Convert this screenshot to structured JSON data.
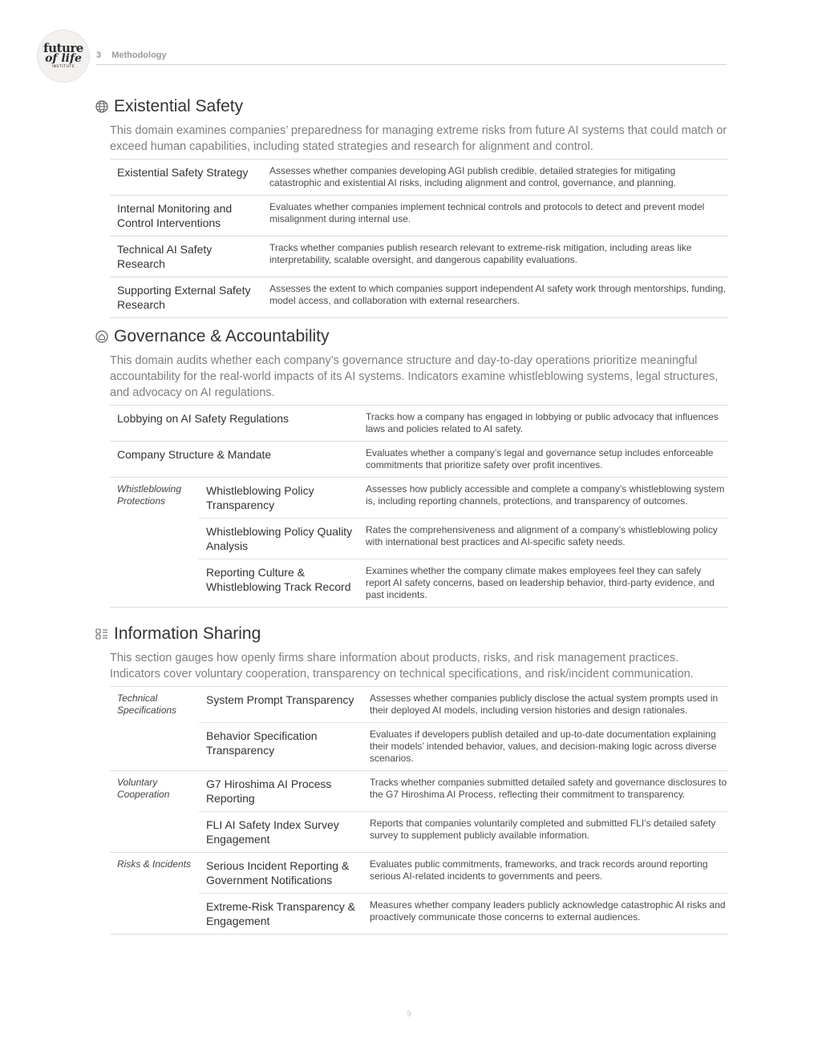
{
  "header": {
    "section_number": "3",
    "section_name": "Methodology"
  },
  "logo": {
    "line1": "future",
    "line2": "of life",
    "line3": "INSTITUTE"
  },
  "existential": {
    "title": "Existential Safety",
    "description": "This domain examines companies’ preparedness for managing extreme risks from future AI systems that could match or exceed human capabilities, including stated strategies and research for alignment and control.",
    "rows": [
      {
        "name": "Existential Safety Strategy",
        "desc": "Assesses whether companies developing AGI publish credible, detailed strategies for mitigating catastrophic and existential AI risks, including alignment and control, governance, and planning."
      },
      {
        "name": "Internal Monitoring and Control Interventions",
        "desc": "Evaluates whether companies implement technical controls and protocols to detect and prevent model misalignment during internal use."
      },
      {
        "name": "Technical AI Safety Research",
        "desc": "Tracks whether companies publish research relevant to extreme-risk mitigation, including areas like interpretability, scalable oversight, and dangerous capability evaluations."
      },
      {
        "name": "Supporting External Safety Research",
        "desc": "Assesses the extent to which companies support independent AI safety work through mentorships, funding, model access, and collaboration with external researchers."
      }
    ]
  },
  "governance": {
    "title": "Governance & Accountability",
    "description": "This domain audits whether each company’s governance structure and day-to-day operations prioritize meaningful accountability for the real-world impacts of its AI systems. Indicators examine whistleblowing systems, legal structures, and advocacy on AI regulations.",
    "rows": [
      {
        "name": "Lobbying on AI Safety Regulations",
        "desc": "Tracks how a company has engaged in lobbying or public advocacy that influences laws and policies related to AI safety."
      },
      {
        "name": "Company Structure & Mandate",
        "desc": "Evaluates whether a company’s legal and governance setup includes enforceable commitments that prioritize safety over profit incentives."
      }
    ],
    "group": {
      "label": "Whistleblowing Protections",
      "rows": [
        {
          "name": "Whistleblowing Policy Transparency",
          "desc": "Assesses how publicly accessible and complete a company’s whistleblowing system is, including reporting channels, protections, and transparency of outcomes."
        },
        {
          "name": "Whistleblowing Policy Quality Analysis",
          "desc": "Rates the comprehensiveness and alignment of a company’s whistleblowing policy with international best practices and AI-specific safety needs."
        },
        {
          "name": "Reporting Culture & Whistleblowing Track Record",
          "desc": "Examines whether the company climate makes employees feel they can safely report AI safety concerns, based on leadership behavior, third-party evidence, and past incidents."
        }
      ]
    }
  },
  "information": {
    "title": "Information Sharing",
    "description": "This section gauges how openly firms share information about products, risks, and risk management practices. Indicators cover voluntary cooperation, transparency on technical specifications, and risk/incident communication.",
    "groups": [
      {
        "label": "Technical Specifications",
        "rows": [
          {
            "name": "System Prompt Transparency",
            "desc": "Assesses whether companies publicly disclose the actual system prompts used in their deployed AI models, including version histories and design rationales."
          },
          {
            "name": "Behavior Specification Transparency",
            "desc": "Evaluates if developers publish detailed and up-to-date documentation explaining their models’ intended behavior, values, and decision-making logic across diverse scenarios."
          }
        ]
      },
      {
        "label": "Voluntary Cooperation",
        "rows": [
          {
            "name": "G7 Hiroshima AI Process Reporting",
            "desc": "Tracks whether companies submitted detailed safety and governance disclosures to the G7 Hiroshima AI Process, reflecting their commitment to transparency."
          },
          {
            "name": "FLI AI Safety Index Survey Engagement",
            "desc": "Reports that companies voluntarily completed and submitted FLI’s detailed safety survey to supplement publicly available information."
          }
        ]
      },
      {
        "label": "Risks & Incidents",
        "rows": [
          {
            "name": "Serious Incident Reporting & Government Notifications",
            "desc": "Evaluates public commitments, frameworks, and track records around reporting serious AI-related incidents to governments and peers."
          },
          {
            "name": "Extreme-Risk Transparency & Engagement",
            "desc": "Measures whether company leaders publicly acknowledge catastrophic AI risks and proactively communicate those concerns to external audiences."
          }
        ]
      }
    ]
  },
  "page_number": "9"
}
